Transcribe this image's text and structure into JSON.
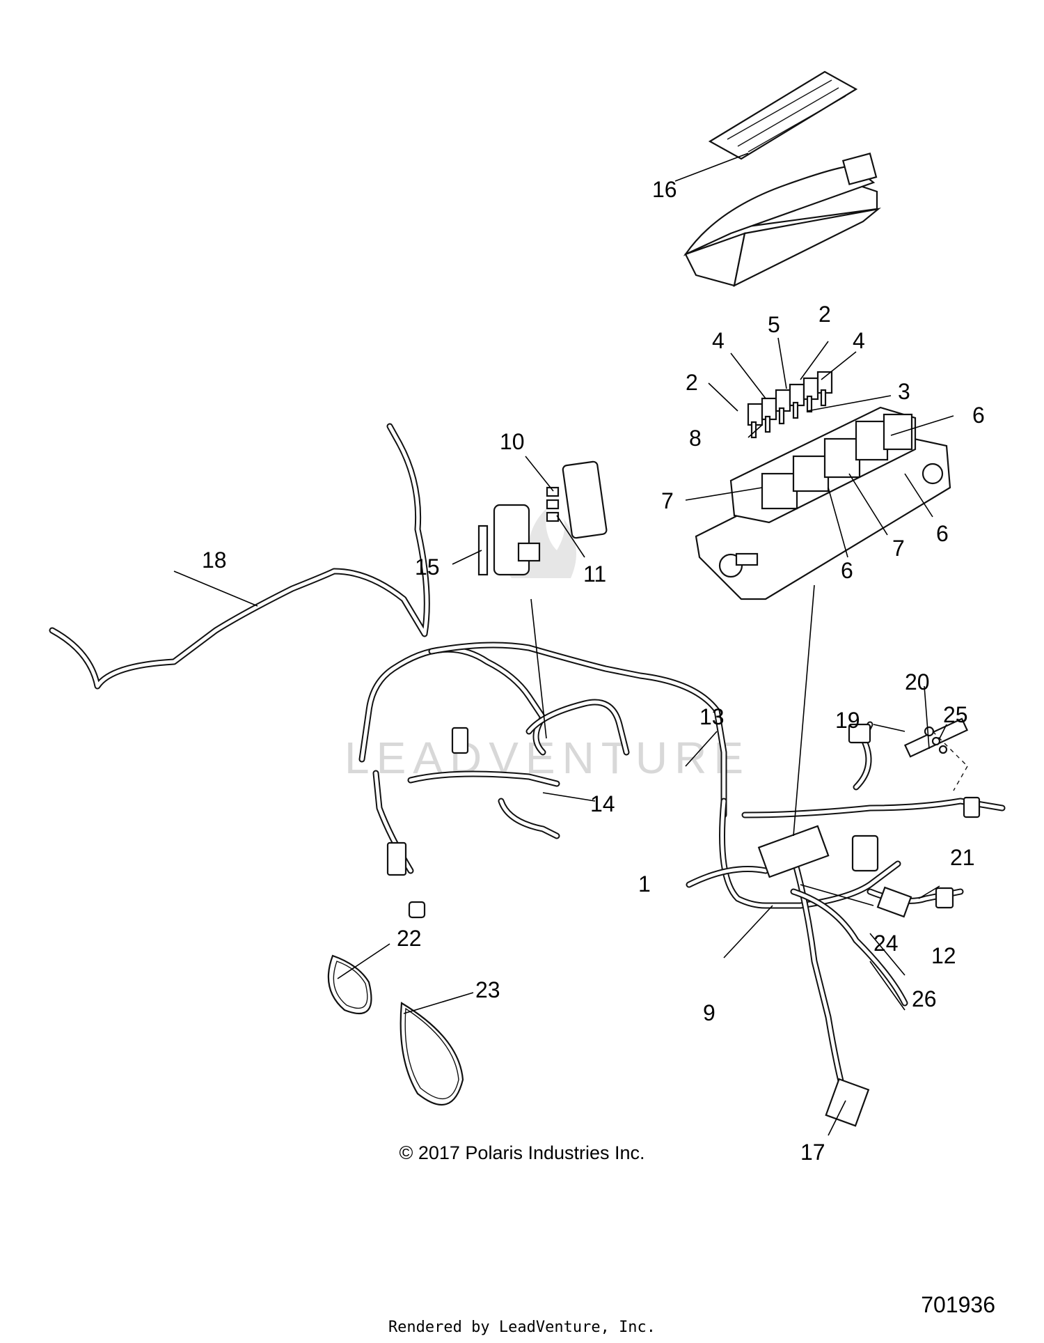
{
  "callouts": [
    {
      "id": "1",
      "label": "1"
    },
    {
      "id": "2a",
      "label": "2"
    },
    {
      "id": "2b",
      "label": "2"
    },
    {
      "id": "3",
      "label": "3"
    },
    {
      "id": "4a",
      "label": "4"
    },
    {
      "id": "4b",
      "label": "4"
    },
    {
      "id": "5",
      "label": "5"
    },
    {
      "id": "6a",
      "label": "6"
    },
    {
      "id": "6b",
      "label": "6"
    },
    {
      "id": "6c",
      "label": "6"
    },
    {
      "id": "7a",
      "label": "7"
    },
    {
      "id": "7b",
      "label": "7"
    },
    {
      "id": "8",
      "label": "8"
    },
    {
      "id": "9",
      "label": "9"
    },
    {
      "id": "10",
      "label": "10"
    },
    {
      "id": "11",
      "label": "11"
    },
    {
      "id": "12",
      "label": "12"
    },
    {
      "id": "13",
      "label": "13"
    },
    {
      "id": "14",
      "label": "14"
    },
    {
      "id": "15",
      "label": "15"
    },
    {
      "id": "16",
      "label": "16"
    },
    {
      "id": "17",
      "label": "17"
    },
    {
      "id": "18",
      "label": "18"
    },
    {
      "id": "19",
      "label": "19"
    },
    {
      "id": "20",
      "label": "20"
    },
    {
      "id": "21",
      "label": "21"
    },
    {
      "id": "22",
      "label": "22"
    },
    {
      "id": "23",
      "label": "23"
    },
    {
      "id": "24",
      "label": "24"
    },
    {
      "id": "25",
      "label": "25"
    },
    {
      "id": "26",
      "label": "26"
    }
  ],
  "watermark": "LEADVENTURE",
  "copyright": "© 2017 Polaris Industries Inc.",
  "drawing_number": "701936",
  "rendered_by": "Rendered by LeadVenture, Inc."
}
